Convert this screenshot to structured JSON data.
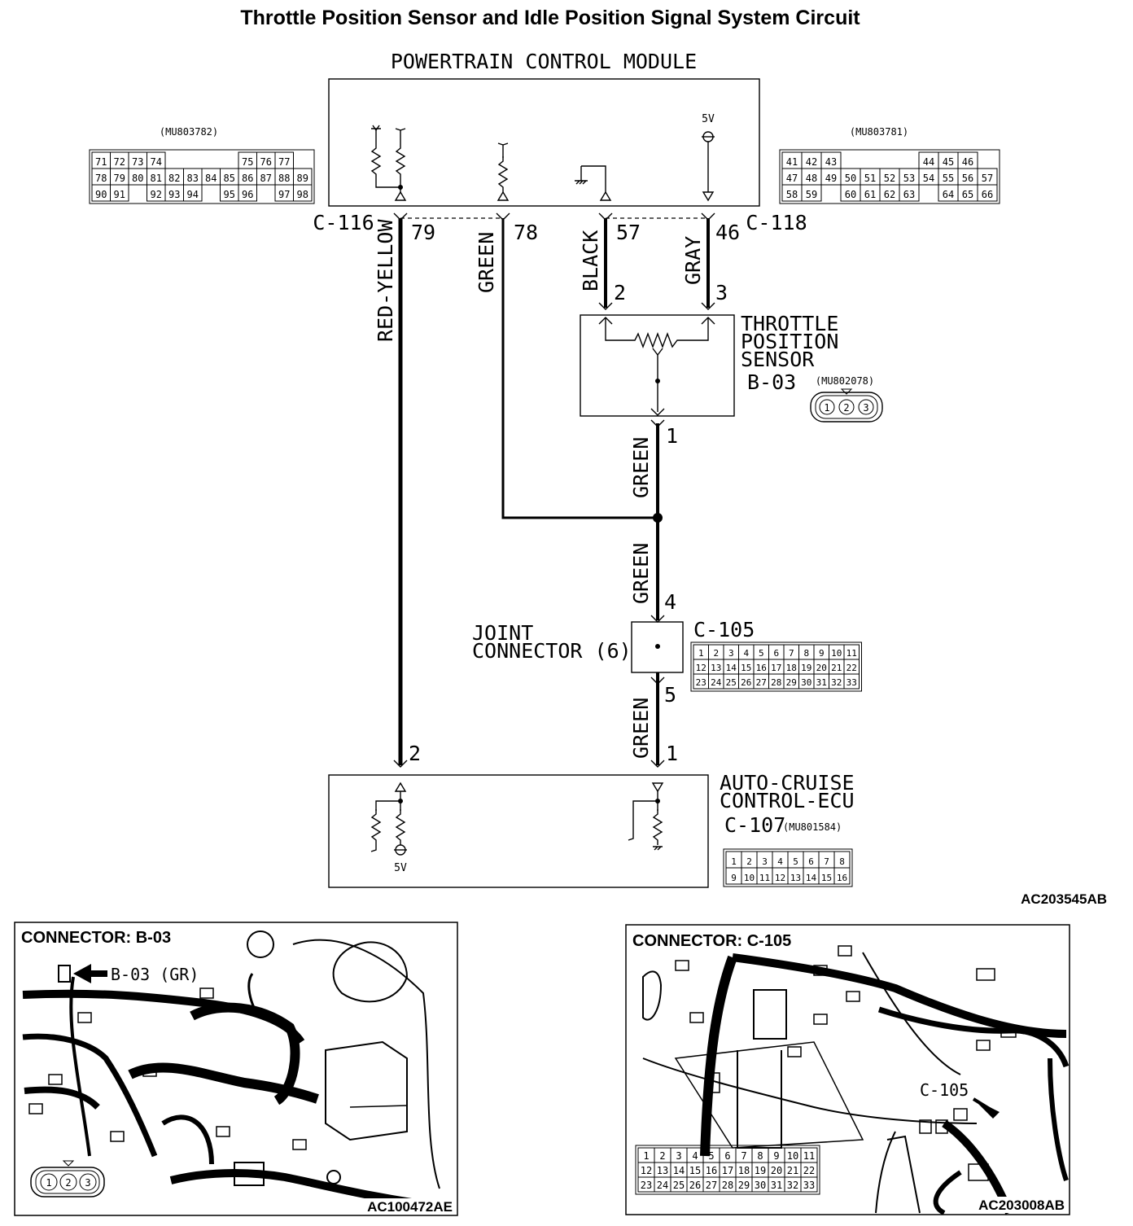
{
  "title": "Throttle Position Sensor and Idle Position Signal System Circuit",
  "pcm": {
    "label": "POWERTRAIN CONTROL MODULE",
    "left_connector_part": "(MU803782)",
    "right_connector_part": "(MU803781)",
    "voltage": "5V",
    "left_connector": "C-116",
    "right_connector": "C-118",
    "left_pins": [
      [
        "71",
        "72",
        "73",
        "74",
        "",
        "",
        "",
        "",
        "75",
        "76",
        "77"
      ],
      [
        "78",
        "79",
        "80",
        "81",
        "82",
        "83",
        "84",
        "85",
        "86",
        "87",
        "88",
        "89"
      ],
      [
        "90",
        "91",
        "",
        "92",
        "93",
        "94",
        "",
        "95",
        "96",
        "",
        "97",
        "98"
      ]
    ],
    "right_pins": [
      [
        "41",
        "42",
        "43",
        "",
        "",
        "",
        "",
        "44",
        "45",
        "46"
      ],
      [
        "47",
        "48",
        "49",
        "50",
        "51",
        "52",
        "53",
        "54",
        "55",
        "56",
        "57"
      ],
      [
        "58",
        "59",
        "",
        "60",
        "61",
        "62",
        "63",
        "",
        "64",
        "65",
        "66"
      ]
    ]
  },
  "wires": {
    "w79": {
      "pin": "79",
      "color": "RED-YELLOW"
    },
    "w78": {
      "pin": "78",
      "color": "GREEN"
    },
    "w57": {
      "pin": "57",
      "color": "BLACK"
    },
    "w46": {
      "pin": "46",
      "color": "GRAY"
    },
    "tps_out": {
      "color": "GREEN"
    },
    "to_joint": {
      "color": "GREEN"
    },
    "joint_out": {
      "color": "GREEN"
    }
  },
  "tps": {
    "line1": "THROTTLE",
    "line2": "POSITION",
    "line3": "SENSOR",
    "id": "B-03",
    "part": "(MU802078)",
    "pin_a": "2",
    "pin_b": "3",
    "pin_out": "1",
    "pins": [
      "1",
      "2",
      "3"
    ]
  },
  "joint": {
    "line1": "JOINT",
    "line2": "CONNECTOR (6)",
    "id": "C-105",
    "pin_in": "4",
    "pin_out": "5",
    "pins": [
      [
        "1",
        "2",
        "3",
        "4",
        "5",
        "6",
        "7",
        "8",
        "9",
        "10",
        "11"
      ],
      [
        "12",
        "13",
        "14",
        "15",
        "16",
        "17",
        "18",
        "19",
        "20",
        "21",
        "22"
      ],
      [
        "23",
        "24",
        "25",
        "26",
        "27",
        "28",
        "29",
        "30",
        "31",
        "32",
        "33"
      ]
    ]
  },
  "ecu": {
    "line1": "AUTO-CRUISE",
    "line2": "CONTROL-ECU",
    "id": "C-107",
    "part": "(MU801584)",
    "voltage": "5V",
    "pin_left": "2",
    "pin_right": "1",
    "pins": [
      [
        "1",
        "2",
        "3",
        "4",
        "5",
        "6",
        "7",
        "8"
      ],
      [
        "9",
        "10",
        "11",
        "12",
        "13",
        "14",
        "15",
        "16"
      ]
    ]
  },
  "figure_code": "AC203545AB",
  "photo_left": {
    "title": "CONNECTOR: B-03",
    "callout": "B-03 (GR)",
    "code": "AC100472AE",
    "pins": [
      "1",
      "2",
      "3"
    ]
  },
  "photo_right": {
    "title": "CONNECTOR: C-105",
    "callout": "C-105",
    "code": "AC203008AB",
    "pins": [
      [
        "1",
        "2",
        "3",
        "4",
        "5",
        "6",
        "7",
        "8",
        "9",
        "10",
        "11"
      ],
      [
        "12",
        "13",
        "14",
        "15",
        "16",
        "17",
        "18",
        "19",
        "20",
        "21",
        "22"
      ],
      [
        "23",
        "24",
        "25",
        "26",
        "27",
        "28",
        "29",
        "30",
        "31",
        "32",
        "33"
      ]
    ]
  }
}
